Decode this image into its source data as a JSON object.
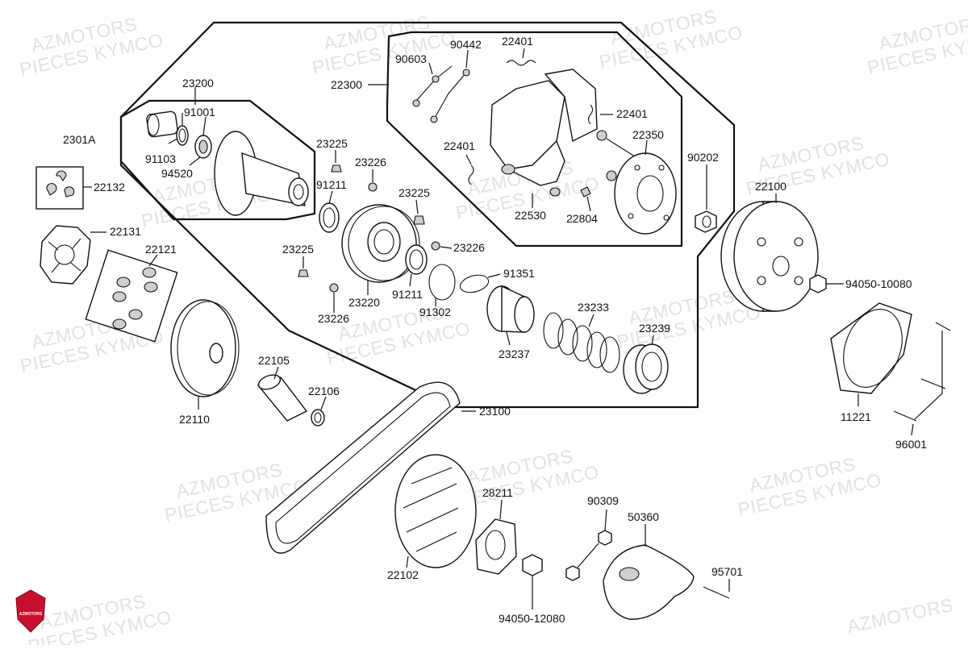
{
  "watermark": {
    "line1": "AZMOTORS",
    "line2": "PIECES KYMCO"
  },
  "logo": {
    "text": "AZMOTORS",
    "color": "#c8102e"
  },
  "parts": {
    "p23200": "23200",
    "p91001": "91001",
    "p91103": "91103",
    "p94520": "94520",
    "p2301A": "2301A",
    "p22132": "22132",
    "p22131": "22131",
    "p22121": "22121",
    "p22110": "22110",
    "p22105": "22105",
    "p22106": "22106",
    "p23225a": "23225",
    "p23226a": "23226",
    "p91211a": "91211",
    "p23225b": "23225",
    "p23225c": "23225",
    "p23226b": "23226",
    "p23226c": "23226",
    "p23220": "23220",
    "p91211b": "91211",
    "p91302": "91302",
    "p91351": "91351",
    "p23237": "23237",
    "p23233": "23233",
    "p23239": "23239",
    "p22300": "22300",
    "p90603": "90603",
    "p90442": "90442",
    "p22401a": "22401",
    "p22401b": "22401",
    "p22401c": "22401",
    "p22350": "22350",
    "p22530": "22530",
    "p22804": "22804",
    "p90202": "90202",
    "p22100": "22100",
    "p94050_10080": "94050-10080",
    "p11221": "11221",
    "p96001": "96001",
    "p23100": "23100",
    "p22102": "22102",
    "p28211": "28211",
    "p90309": "90309",
    "p50360": "50360",
    "p95701": "95701",
    "p94050_12080": "94050-12080"
  }
}
